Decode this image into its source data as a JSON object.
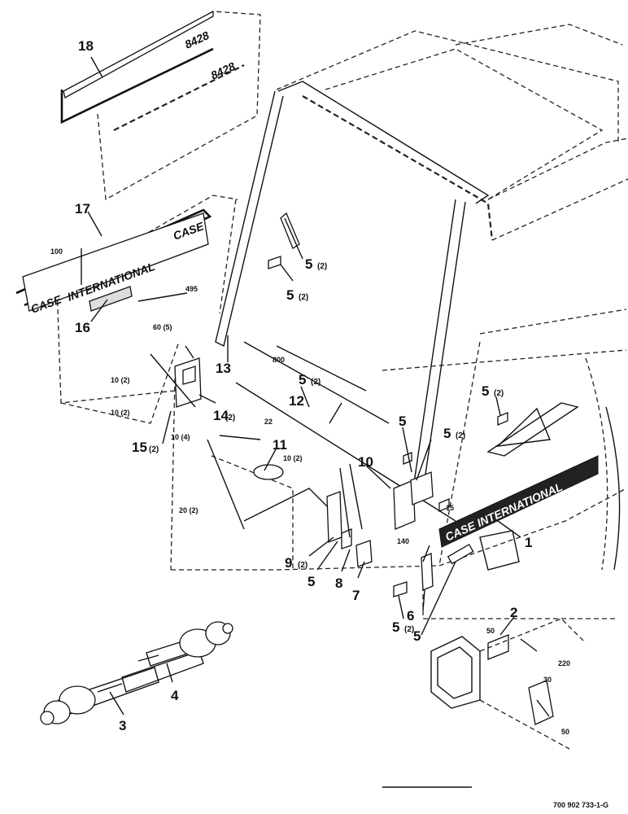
{
  "callouts": {
    "c1": "1",
    "c2": "2",
    "c3": "3",
    "c4": "4",
    "c5a": "5",
    "c5b": "5",
    "c5c": "5",
    "c5d": "5",
    "c5e": "5",
    "c5f": "5",
    "c5g": "5",
    "c5h": "5",
    "c5i": "5",
    "c6": "6",
    "c7": "7",
    "c8": "8",
    "c9": "9",
    "c10": "10",
    "c11": "11",
    "c12": "12",
    "c13": "13",
    "c14": "14",
    "c15": "15",
    "c16": "16",
    "c17": "17",
    "c18": "18"
  },
  "qty": {
    "q5a": "(2)",
    "q5b": "(2)",
    "q5c": "(2)",
    "q5d": "(2)",
    "q5e": "(2)",
    "q5f": "(2)",
    "q9": "(2)",
    "q14": "(2)",
    "q15": "(2)"
  },
  "dimensions": {
    "d100": "100",
    "d495": "495",
    "d60": "60 (5)",
    "d800": "800",
    "d10a": "10 (2)",
    "d10b": "10 (2)",
    "d10c": "10 (4)",
    "d10d": "10 (2)",
    "d22": "22",
    "d20": "20 (2)",
    "d15": "15",
    "d140": "140",
    "d50a": "50",
    "d220": "220",
    "d30": "30",
    "d50b": "50"
  },
  "decals": {
    "case_international": "CASE INTERNATIONAL",
    "model_18": "8428",
    "model_18b": "8428",
    "logo_17": "CASE",
    "logo_17b": "INTERNATIONAL",
    "logo_17c": "CASE"
  },
  "figure_id": "700 902 733-1-G"
}
